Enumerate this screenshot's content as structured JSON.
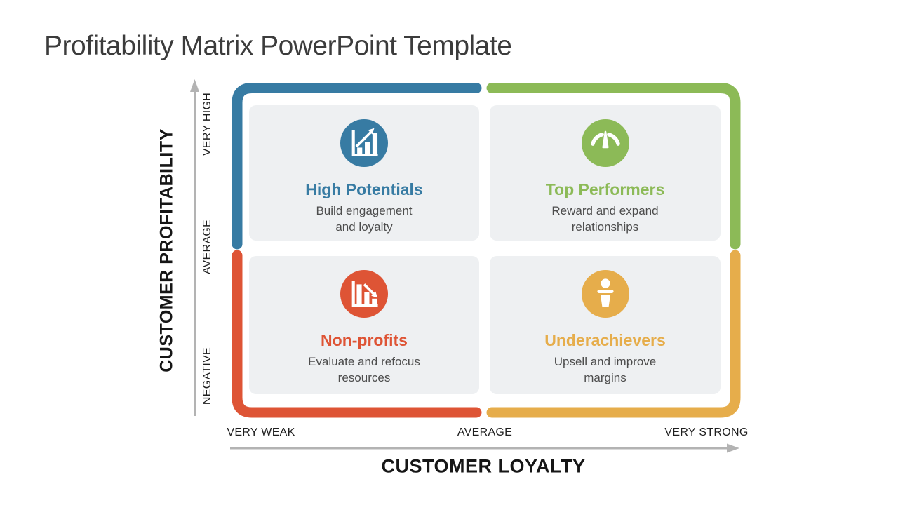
{
  "slide": {
    "title": "Profitability Matrix PowerPoint Template"
  },
  "colors": {
    "blue": "#377ba3",
    "green": "#8cba57",
    "red": "#de5435",
    "amber": "#e6ad4b",
    "card_bg": "#eef0f2",
    "axis_gray": "#b3b3b3",
    "white": "#ffffff"
  },
  "y_axis": {
    "title": "CUSTOMER PROFITABILITY",
    "ticks": [
      "VERY HIGH",
      "AVERAGE",
      "NEGATIVE"
    ]
  },
  "x_axis": {
    "title": "CUSTOMER LOYALTY",
    "ticks": [
      "VERY WEAK",
      "AVERAGE",
      "VERY STRONG"
    ]
  },
  "quadrants": [
    {
      "title": "High Potentials",
      "desc": [
        "Build engagement",
        "and loyalty"
      ],
      "icon": "bar-chart-up-icon",
      "color": "#377ba3"
    },
    {
      "title": "Top Performers",
      "desc": [
        "Reward and expand",
        "relationships"
      ],
      "icon": "gauge-icon",
      "color": "#8cba57"
    },
    {
      "title": "Non-profits",
      "desc": [
        "Evaluate and refocus",
        "resources"
      ],
      "icon": "bar-chart-down-icon",
      "color": "#de5435"
    },
    {
      "title": "Underachievers",
      "desc": [
        "Upsell and improve",
        "margins"
      ],
      "icon": "podium-speaker-icon",
      "color": "#e6ad4b"
    }
  ]
}
